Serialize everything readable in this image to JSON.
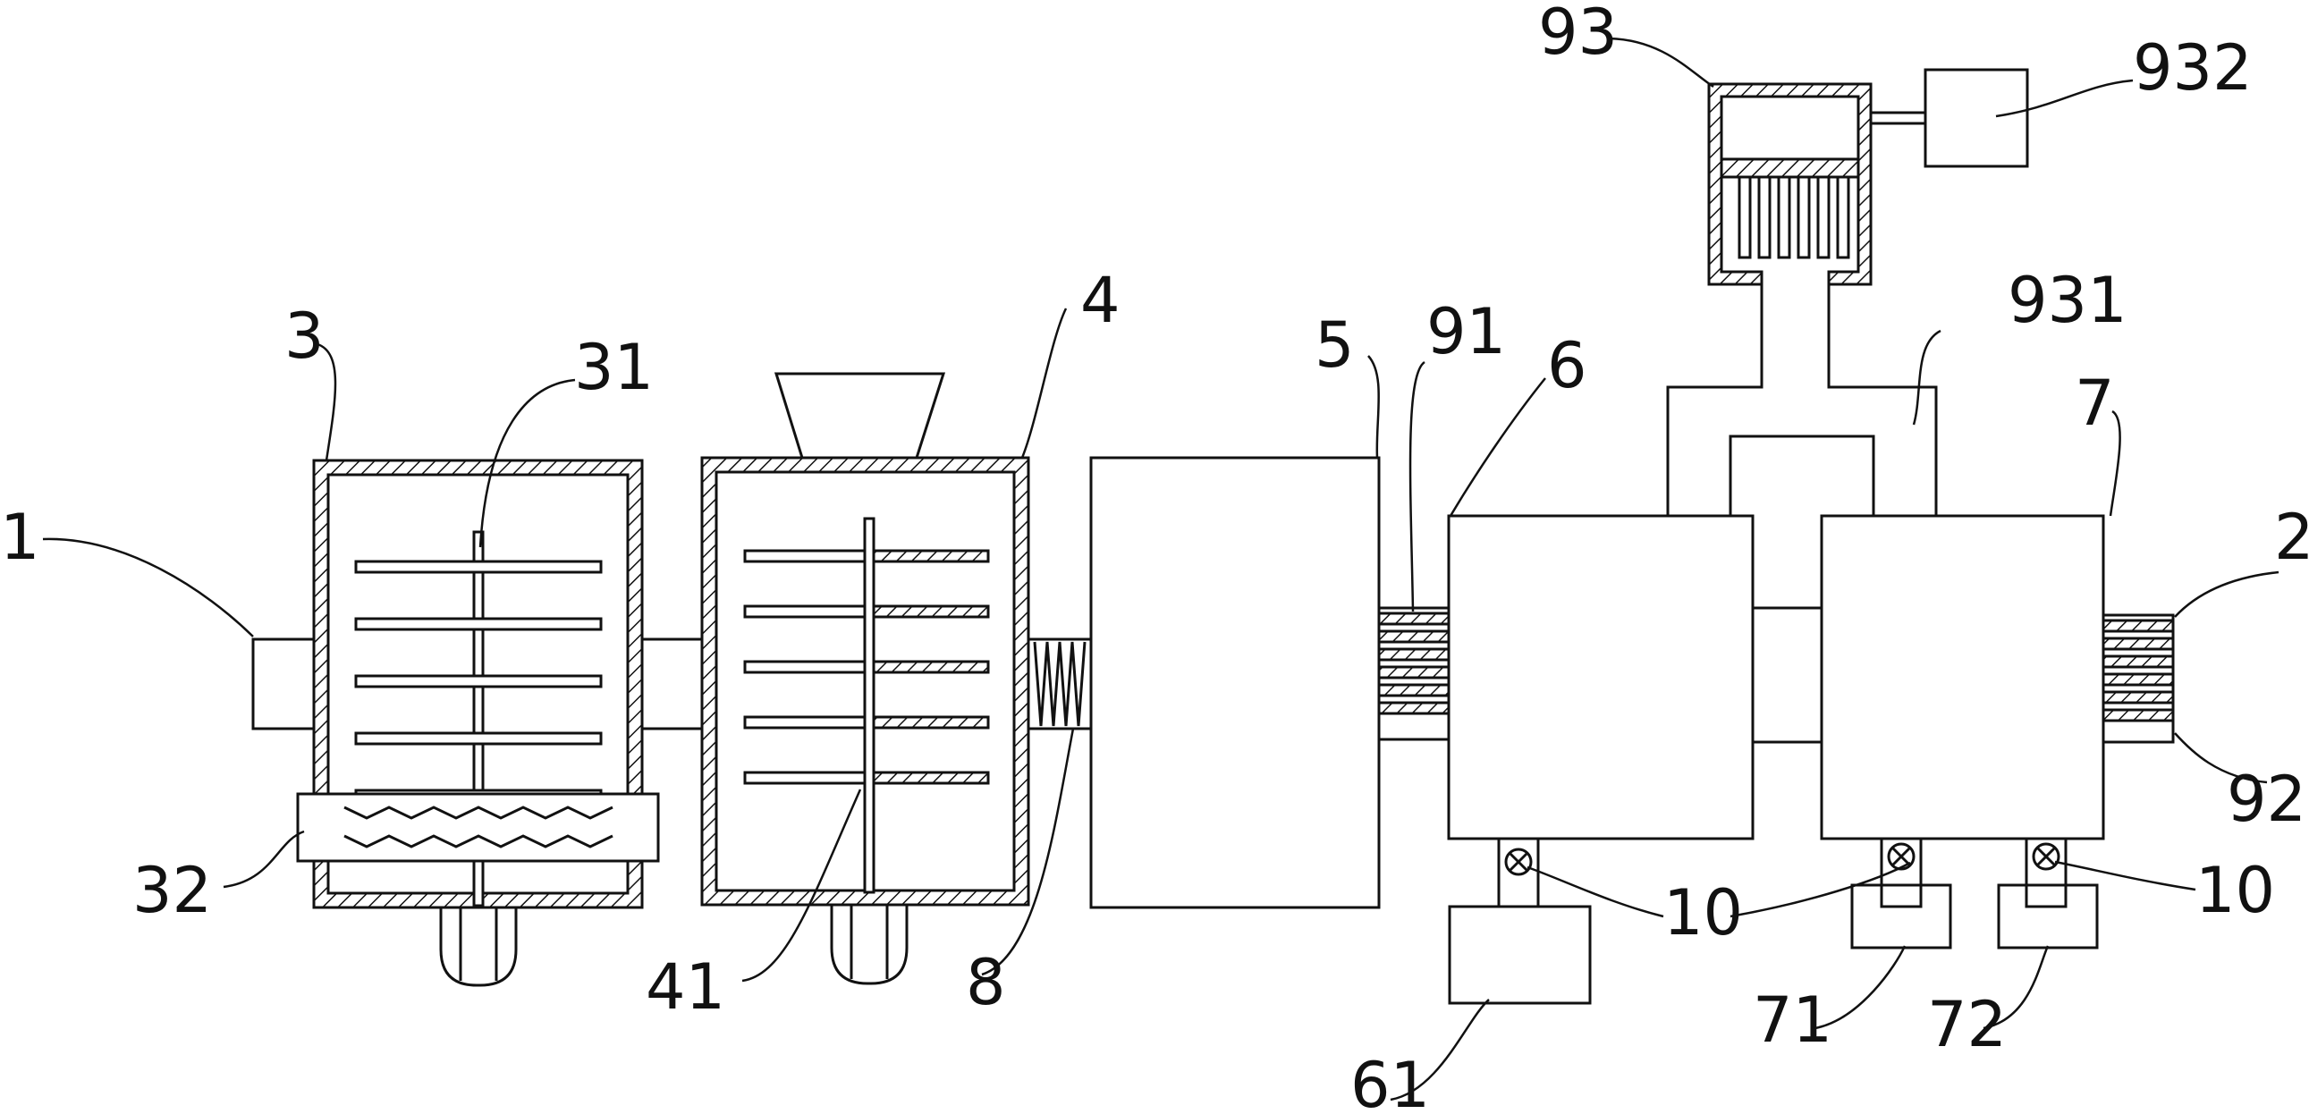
{
  "labels": {
    "inlet": "1",
    "outlet": "2",
    "tank_a": "3",
    "stirrer_a": "31",
    "heater": "32",
    "tank_b": "4",
    "stirrer_b": "41",
    "unit_5": "5",
    "unit_6": "6",
    "unit_7": "7",
    "collector_61": "61",
    "collector_71": "71",
    "collector_72": "72",
    "connector_8": "8",
    "filter_91": "91",
    "filter_92": "92",
    "unit_93": "93",
    "pipe_931": "931",
    "motor_932": "932",
    "valve_left": "10",
    "valve_mid": "10",
    "valve_right": "10"
  }
}
